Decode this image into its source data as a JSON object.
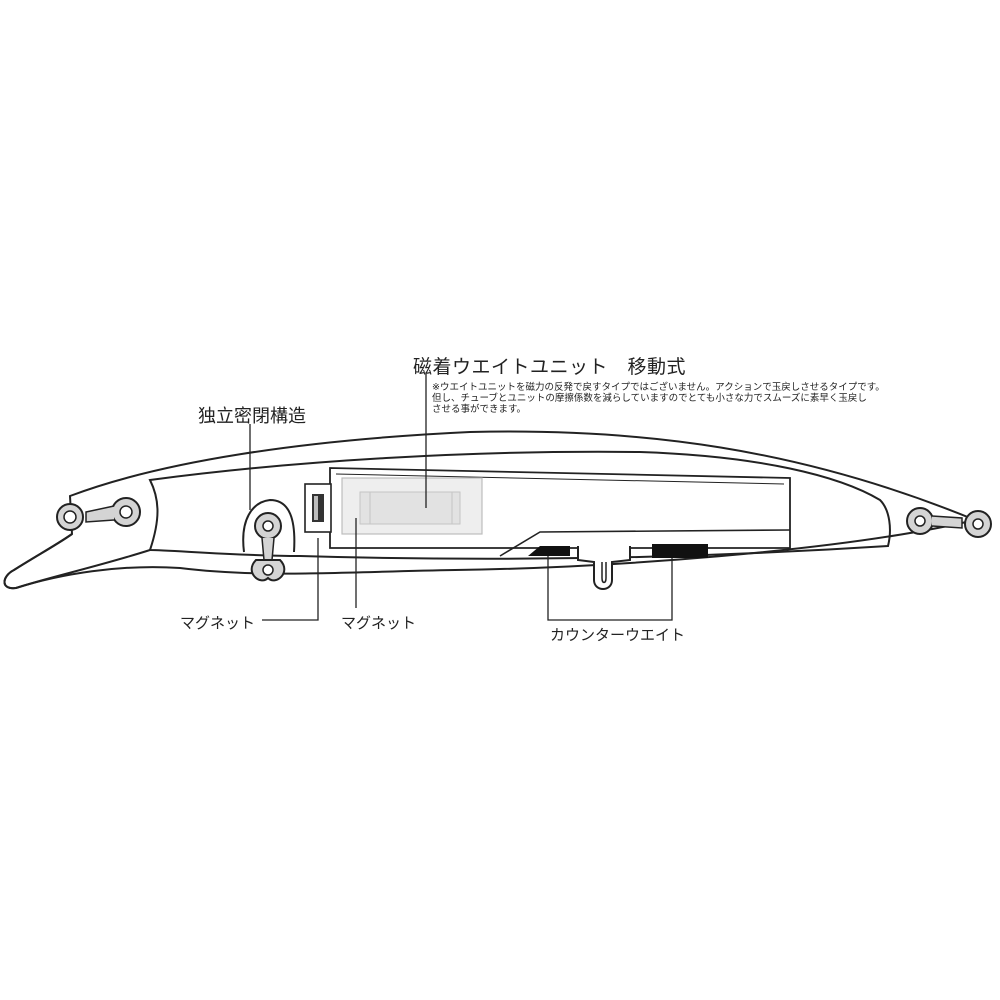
{
  "labels": {
    "weight_unit_title": "磁着ウエイトユニット　移動式",
    "weight_unit_note": [
      "※ウエイトユニットを磁力の反発で戻すタイプではございません。アクションで玉戻しさせるタイプです。",
      "但し、チューブとユニットの摩擦係数を減らしていますのでとても小さな力でスムーズに素早く玉戻し",
      "させる事ができます。"
    ],
    "sealed_structure": "独立密閉構造",
    "magnet_front": "マグネット",
    "magnet_unit": "マグネット",
    "counter_weight": "カウンターウエイト"
  },
  "colors": {
    "outline": "#222222",
    "ring_fill": "#d4d4d4",
    "unit_fill": "#e6e6e6",
    "weight_fill": "#111111"
  }
}
